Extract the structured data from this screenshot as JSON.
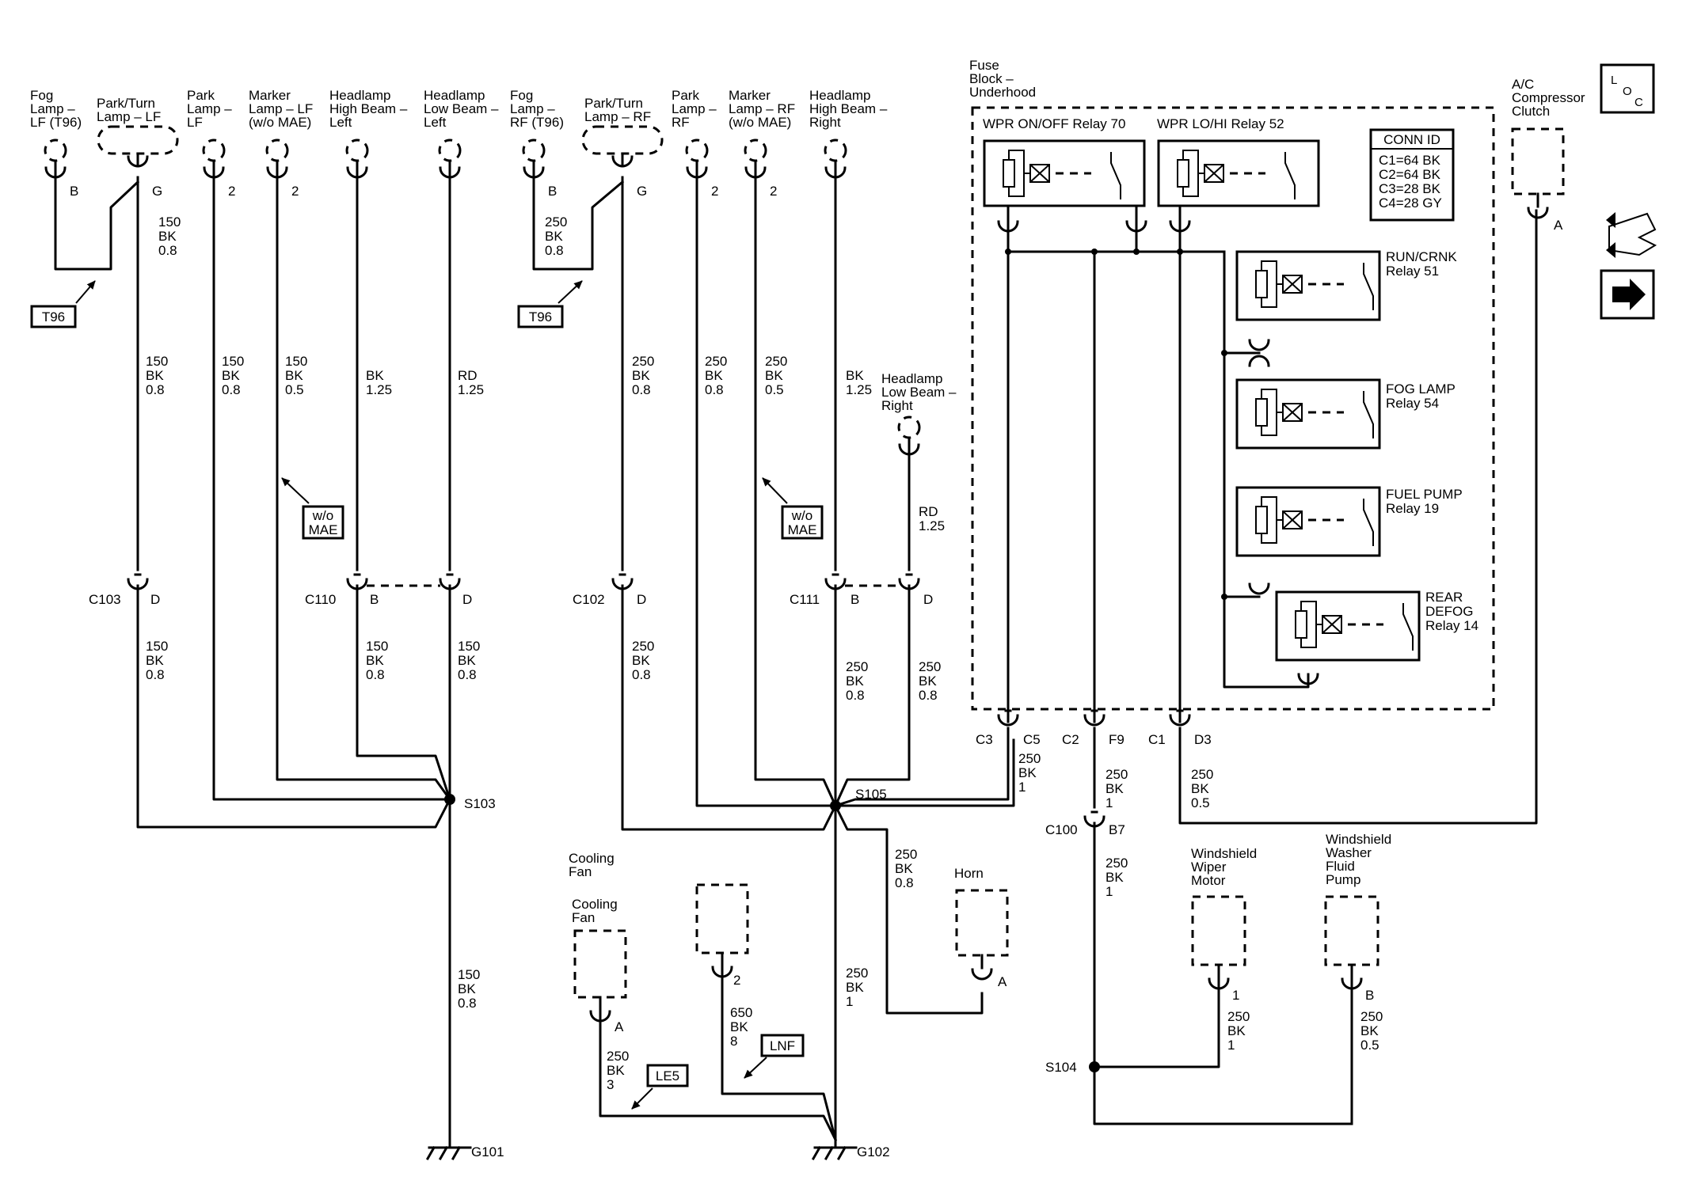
{
  "components": {
    "fog_lf": [
      "Fog",
      "Lamp –",
      "LF (T96)"
    ],
    "park_turn_lf": [
      "Park/Turn",
      "Lamp – LF"
    ],
    "park_lf": [
      "Park",
      "Lamp –",
      "LF"
    ],
    "marker_lf": [
      "Marker",
      "Lamp – LF",
      "(w/o MAE)"
    ],
    "hl_high_left": [
      "Headlamp",
      "High Beam –",
      "Left"
    ],
    "hl_low_left": [
      "Headlamp",
      "Low Beam –",
      "Left"
    ],
    "fog_rf": [
      "Fog",
      "Lamp –",
      "RF (T96)"
    ],
    "park_turn_rf": [
      "Park/Turn",
      "Lamp – RF"
    ],
    "park_rf": [
      "Park",
      "Lamp –",
      "RF"
    ],
    "marker_rf": [
      "Marker",
      "Lamp – RF",
      "(w/o MAE)"
    ],
    "hl_high_right": [
      "Headlamp",
      "High Beam –",
      "Right"
    ],
    "hl_low_right": [
      "Headlamp",
      "Low Beam –",
      "Right"
    ],
    "fuse_block": [
      "Fuse",
      "Block –",
      "Underhood"
    ],
    "ac_clutch": [
      "A/C",
      "Compressor",
      "Clutch"
    ],
    "cooling_fan_1": [
      "Cooling",
      "Fan"
    ],
    "cooling_fan_2": [
      "Cooling",
      "Fan"
    ],
    "horn": [
      "Horn"
    ],
    "wiper_motor": [
      "Windshield",
      "Wiper",
      "Motor"
    ],
    "washer_pump": [
      "Windshield",
      "Washer",
      "Fluid",
      "Pump"
    ]
  },
  "relays": {
    "wpr_onoff": "WPR ON/OFF Relay 70",
    "wpr_lohi": "WPR LO/HI Relay 52",
    "run_crnk": [
      "RUN/CRNK",
      "Relay 51"
    ],
    "fog_lamp": [
      "FOG LAMP",
      "Relay 54"
    ],
    "fuel_pump": [
      "FUEL PUMP",
      "Relay 19"
    ],
    "rear_defog": [
      "REAR",
      "DEFOG",
      "Relay 14"
    ]
  },
  "conn_id": {
    "title": "CONN ID",
    "rows": [
      "C1=64 BK",
      "C2=64 BK",
      "C3=28 BK",
      "C4=28 GY"
    ]
  },
  "loc_icon": {
    "l": "L",
    "o": "O",
    "c": "C"
  },
  "pins": {
    "fog_lf": "B",
    "park_turn_lf": "G",
    "park_lf": "2",
    "marker_lf": "2",
    "fog_rf": "B",
    "park_turn_rf": "G",
    "park_rf": "2",
    "marker_rf": "2",
    "ac": "A",
    "cooling_fan_1": "A",
    "cooling_fan_2": "2",
    "horn": "A",
    "wiper": "1",
    "washer": "B"
  },
  "connectors": {
    "c103": "C103",
    "c103_pin": "D",
    "c110": "C110",
    "c110_pin_b": "B",
    "c110_pin_d": "D",
    "c102": "C102",
    "c102_pin": "D",
    "c111": "C111",
    "c111_pin_b": "B",
    "c111_pin_d": "D",
    "c3": "C3",
    "c5": "C5",
    "c2": "C2",
    "f9": "F9",
    "c1": "C1",
    "d3": "D3",
    "c100": "C100",
    "b7": "B7"
  },
  "splices": {
    "s103": "S103",
    "s105": "S105",
    "s104": "S104"
  },
  "grounds": {
    "g101": "G101",
    "g102": "G102"
  },
  "options": {
    "t96_left": "T96",
    "t96_right": "T96",
    "wo_mae_left": [
      "w/o",
      "MAE"
    ],
    "wo_mae_right": [
      "w/o",
      "MAE"
    ],
    "le5": "LE5",
    "lnf": "LNF"
  },
  "wire_labels": {
    "fog_lf": [
      "150",
      "BK",
      "0.8"
    ],
    "park_turn_lf": [
      "150",
      "BK",
      "0.8"
    ],
    "park_lf": [
      "150",
      "BK",
      "0.8"
    ],
    "marker_lf": [
      "150",
      "BK",
      "0.5"
    ],
    "hl_high_left": [
      "BK",
      "1.25"
    ],
    "hl_low_left": [
      "RD",
      "1.25"
    ],
    "fog_rf": [
      "250",
      "BK",
      "0.8"
    ],
    "park_turn_rf": [
      "250",
      "BK",
      "0.8"
    ],
    "park_rf": [
      "250",
      "BK",
      "0.8"
    ],
    "marker_rf": [
      "250",
      "BK",
      "0.5"
    ],
    "hl_high_right": [
      "BK",
      "1.25"
    ],
    "hl_low_right": [
      "RD",
      "1.25"
    ],
    "c103_out": [
      "150",
      "BK",
      "0.8"
    ],
    "c110b_out": [
      "150",
      "BK",
      "0.8"
    ],
    "c110d_out": [
      "150",
      "BK",
      "0.8"
    ],
    "c102_out": [
      "250",
      "BK",
      "0.8"
    ],
    "c111b_out": [
      "250",
      "BK",
      "0.8"
    ],
    "c111d_out": [
      "250",
      "BK",
      "0.8"
    ],
    "g101": [
      "150",
      "BK",
      "0.8"
    ],
    "horn": [
      "250",
      "BK",
      "0.8"
    ],
    "g102": [
      "250",
      "BK",
      "1"
    ],
    "fan1": [
      "250",
      "BK",
      "3"
    ],
    "fan2": [
      "650",
      "BK",
      "8"
    ],
    "c5": [
      "250",
      "BK",
      "1"
    ],
    "f9": [
      "250",
      "BK",
      "1"
    ],
    "d3": [
      "250",
      "BK",
      "0.5"
    ],
    "b7": [
      "250",
      "BK",
      "1"
    ],
    "wiper": [
      "250",
      "BK",
      "1"
    ],
    "washer": [
      "250",
      "BK",
      "0.5"
    ]
  }
}
